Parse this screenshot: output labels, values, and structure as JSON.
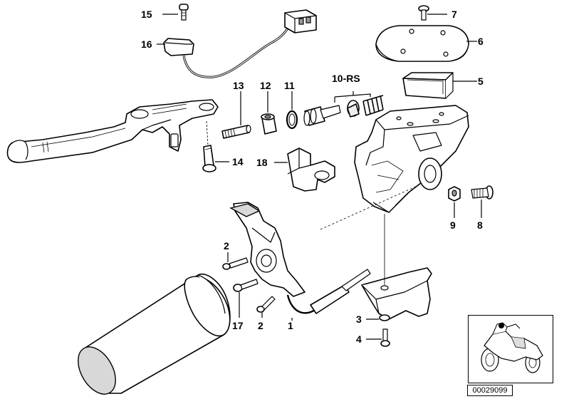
{
  "callouts": [
    {
      "id": "c15",
      "text": "15"
    },
    {
      "id": "c16",
      "text": "16"
    },
    {
      "id": "c7",
      "text": "7"
    },
    {
      "id": "c6",
      "text": "6"
    },
    {
      "id": "c5",
      "text": "5"
    },
    {
      "id": "c13",
      "text": "13"
    },
    {
      "id": "c12",
      "text": "12"
    },
    {
      "id": "c11",
      "text": "11"
    },
    {
      "id": "c10",
      "text": "10-RS"
    },
    {
      "id": "c14",
      "text": "14"
    },
    {
      "id": "c18",
      "text": "18"
    },
    {
      "id": "c9",
      "text": "9"
    },
    {
      "id": "c8",
      "text": "8"
    },
    {
      "id": "c2a",
      "text": "2"
    },
    {
      "id": "c17",
      "text": "17"
    },
    {
      "id": "c2b",
      "text": "2"
    },
    {
      "id": "c1",
      "text": "1"
    },
    {
      "id": "c3",
      "text": "3"
    },
    {
      "id": "c4",
      "text": "4"
    }
  ],
  "reference_number": "00029099"
}
